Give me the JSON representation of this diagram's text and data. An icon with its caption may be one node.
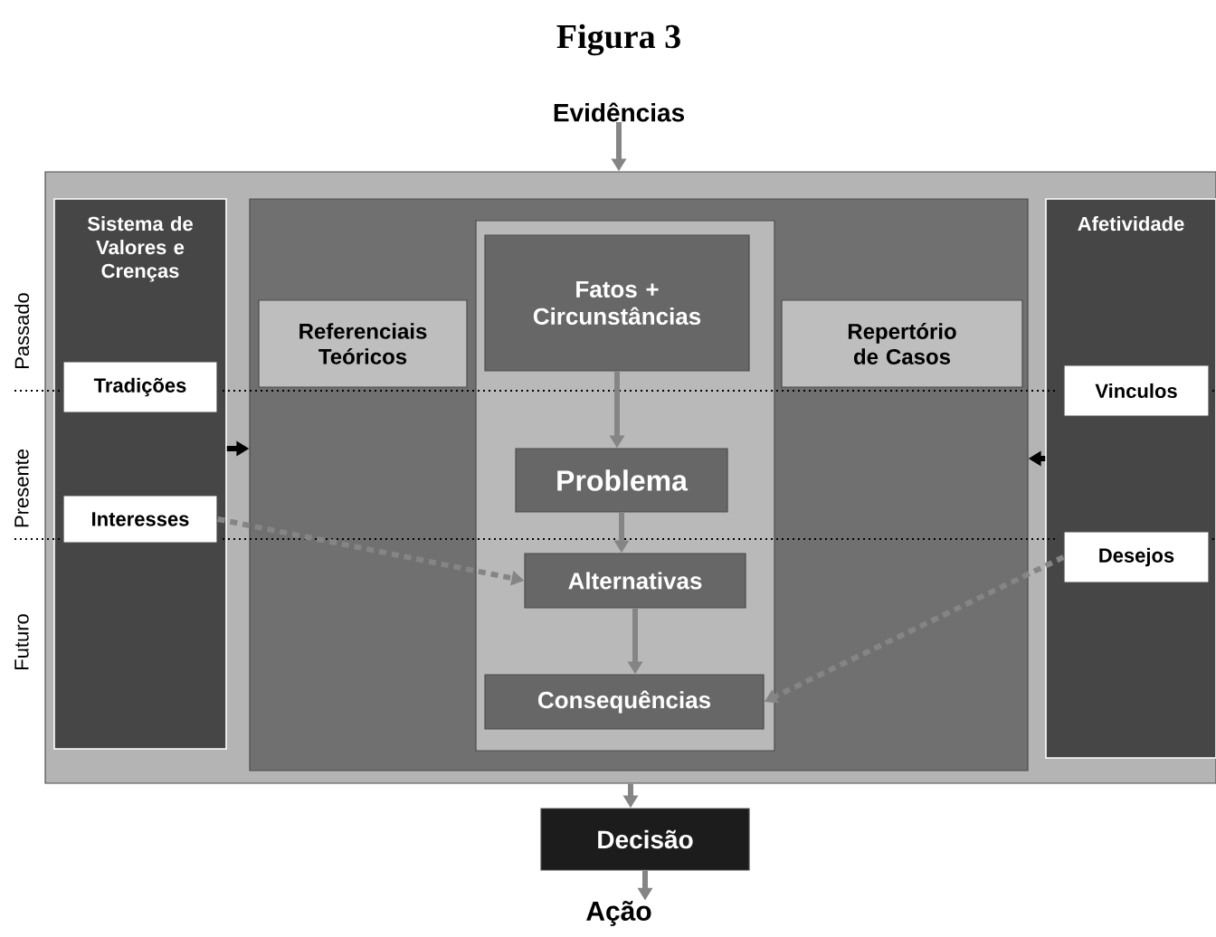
{
  "diagram": {
    "title": "Figura 3",
    "nodes": [
      {
        "text": [
          "Evidências"
        ]
      },
      {
        "text": [],
        "shape": "box"
      },
      {
        "text": [
          "Sistema de Valores e Crenças"
        ],
        "in": 1
      },
      {
        "text": [
          "Tradições"
        ],
        "in": 2
      },
      {
        "text": [
          "Interesses"
        ],
        "in": 2
      },
      {
        "text": [],
        "shape": "box",
        "in": 1
      },
      {
        "text": [
          "Referenciais Teóricos"
        ],
        "in": 5
      },
      {
        "text": [],
        "shape": "box",
        "in": 5
      },
      {
        "text": [
          "Fatos + Circunstâncias"
        ],
        "in": 7
      },
      {
        "text": [
          "Problema"
        ],
        "in": 7
      },
      {
        "text": [
          "Alternativas"
        ],
        "in": 7
      },
      {
        "text": [
          "Consequências"
        ],
        "in": 7
      },
      {
        "text": [
          "Repertório de Casos"
        ],
        "in": 5
      },
      {
        "text": [
          "Afetividade"
        ],
        "in": 1
      },
      {
        "text": [
          "Vinculos"
        ],
        "in": 13
      },
      {
        "text": [
          "Desejos"
        ],
        "in": 13
      },
      {
        "text": [
          "Decisão"
        ]
      },
      {
        "text": [
          "Ação"
        ]
      }
    ],
    "edges": [
      {
        "from": 0,
        "to": 1,
        "arrow": "to"
      },
      {
        "from": 2,
        "to": 5,
        "arrow": "to",
        "color": "#000000"
      },
      {
        "from": 13,
        "to": 5,
        "arrow": "to",
        "color": "#000000"
      },
      {
        "from": 8,
        "to": 9,
        "arrow": "to"
      },
      {
        "from": 9,
        "to": 10,
        "arrow": "to"
      },
      {
        "from": 10,
        "to": 11,
        "arrow": "to"
      },
      {
        "from": 4,
        "to": 10,
        "arrow": "to",
        "style": "dashed"
      },
      {
        "from": 15,
        "to": 11,
        "arrow": "to",
        "style": "dashed"
      },
      {
        "from": 1,
        "to": 16,
        "arrow": "to"
      },
      {
        "from": 16,
        "to": 17,
        "arrow": "to"
      }
    ],
    "labels": [
      "Passado",
      "Presente",
      "Futuro"
    ]
  }
}
